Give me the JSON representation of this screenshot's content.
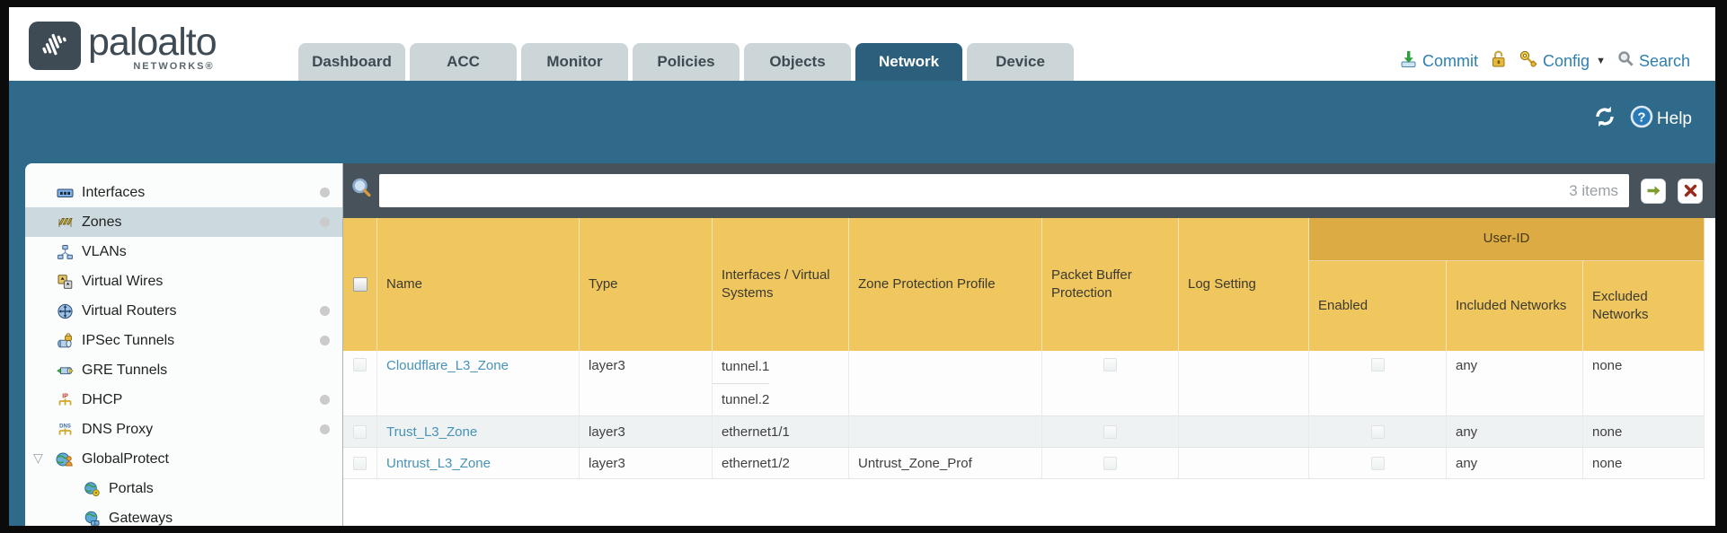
{
  "brand": {
    "name": "paloalto",
    "subtitle": "NETWORKS®"
  },
  "nav": {
    "tabs": [
      {
        "label": "Dashboard",
        "active": false
      },
      {
        "label": "ACC",
        "active": false
      },
      {
        "label": "Monitor",
        "active": false
      },
      {
        "label": "Policies",
        "active": false
      },
      {
        "label": "Objects",
        "active": false
      },
      {
        "label": "Network",
        "active": true
      },
      {
        "label": "Device",
        "active": false
      }
    ],
    "actions": {
      "commit": "Commit",
      "config": "Config",
      "search": "Search"
    }
  },
  "header_band": {
    "help_label": "Help"
  },
  "sidebar": {
    "items": [
      {
        "label": "Interfaces",
        "selected": false,
        "dot": true
      },
      {
        "label": "Zones",
        "selected": true,
        "dot": true
      },
      {
        "label": "VLANs",
        "selected": false,
        "dot": false
      },
      {
        "label": "Virtual Wires",
        "selected": false,
        "dot": false
      },
      {
        "label": "Virtual Routers",
        "selected": false,
        "dot": true
      },
      {
        "label": "IPSec Tunnels",
        "selected": false,
        "dot": true
      },
      {
        "label": "GRE Tunnels",
        "selected": false,
        "dot": false
      },
      {
        "label": "DHCP",
        "selected": false,
        "dot": true
      },
      {
        "label": "DNS Proxy",
        "selected": false,
        "dot": true
      },
      {
        "label": "GlobalProtect",
        "selected": false,
        "dot": false,
        "expanded": true
      },
      {
        "label": "Portals",
        "selected": false,
        "dot": false,
        "child": true
      },
      {
        "label": "Gateways",
        "selected": false,
        "dot": false,
        "child": true
      }
    ]
  },
  "toolbar": {
    "filter_value": "",
    "items_count": "3 items"
  },
  "table": {
    "group_header": "User-ID",
    "columns": [
      "Name",
      "Type",
      "Interfaces / Virtual Systems",
      "Zone Protection Profile",
      "Packet Buffer Protection",
      "Log Setting",
      "Enabled",
      "Included Networks",
      "Excluded Networks"
    ],
    "rows": [
      {
        "name": "Cloudflare_L3_Zone",
        "type": "layer3",
        "interfaces": [
          "tunnel.1",
          "tunnel.2"
        ],
        "zone_protection_profile": "",
        "packet_buffer_protection": false,
        "log_setting": "",
        "user_id_enabled": false,
        "included_networks": "any",
        "excluded_networks": "none"
      },
      {
        "name": "Trust_L3_Zone",
        "type": "layer3",
        "interfaces": [
          "ethernet1/1"
        ],
        "zone_protection_profile": "",
        "packet_buffer_protection": false,
        "log_setting": "",
        "user_id_enabled": false,
        "included_networks": "any",
        "excluded_networks": "none"
      },
      {
        "name": "Untrust_L3_Zone",
        "type": "layer3",
        "interfaces": [
          "ethernet1/2"
        ],
        "zone_protection_profile": "Untrust_Zone_Prof",
        "packet_buffer_protection": false,
        "log_setting": "",
        "user_id_enabled": false,
        "included_networks": "any",
        "excluded_networks": "none"
      }
    ]
  },
  "colors": {
    "teal_band": "#2f6a8a",
    "active_tab": "#2c5f7c",
    "toolbar_dark": "#47525b",
    "header_gold": "#f0c65f",
    "group_gold": "#dcab44",
    "link_blue": "#4792b6",
    "selected_row": "#ccd9df"
  }
}
